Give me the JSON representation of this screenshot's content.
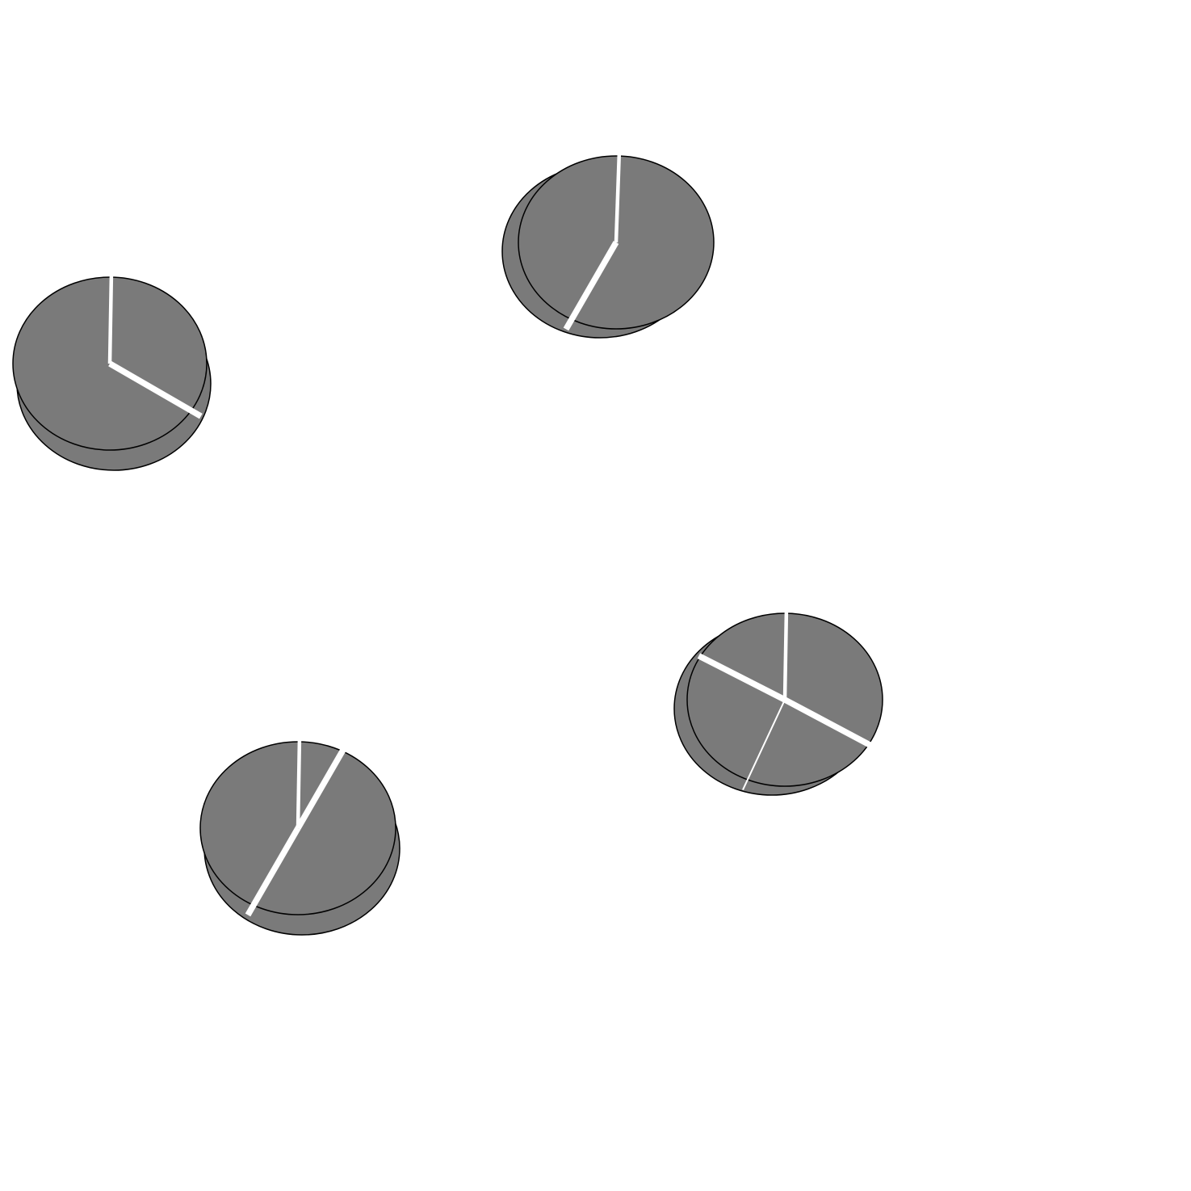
{
  "colors": {
    "background": "#ffffff",
    "disc_fill": "#7a7a7a",
    "disc_outline": "#000000",
    "cut_line": "#ffffff"
  },
  "discs": [
    {
      "id": "disc-top-left",
      "cuts": [
        {
          "angle_deg": -89,
          "weight": "thin"
        },
        {
          "angle_deg": 30,
          "weight": "thick"
        }
      ]
    },
    {
      "id": "disc-top-center",
      "cuts": [
        {
          "angle_deg": -88,
          "weight": "thin"
        },
        {
          "angle_deg": 120,
          "weight": "thick"
        }
      ]
    },
    {
      "id": "disc-bottom-right",
      "cuts": [
        {
          "angle_deg": -89,
          "weight": "thin"
        },
        {
          "angle_deg": 28,
          "weight": "thick"
        },
        {
          "angle_deg": 115,
          "weight": "hairline"
        },
        {
          "angle_deg": 207,
          "weight": "thick"
        }
      ]
    },
    {
      "id": "disc-bottom-left",
      "cuts": [
        {
          "angle_deg": -89,
          "weight": "thin"
        },
        {
          "angle_deg": -60,
          "weight": "thick"
        },
        {
          "angle_deg": 120,
          "weight": "thick"
        }
      ]
    }
  ]
}
